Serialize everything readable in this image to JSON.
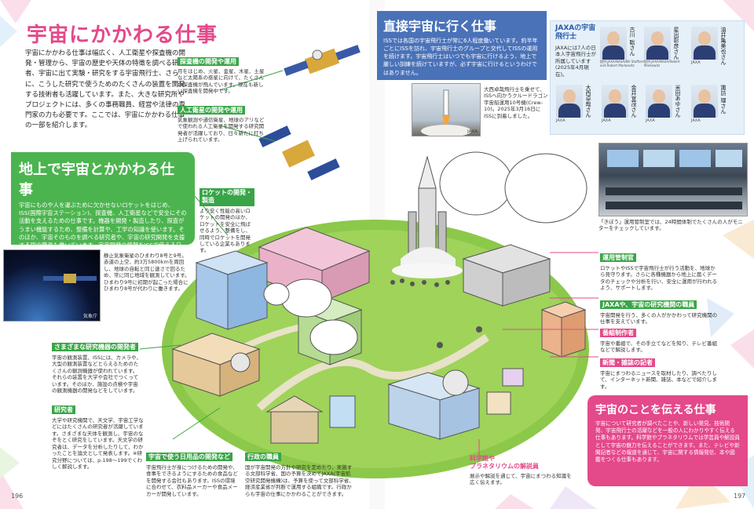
{
  "left": {
    "title": "宇宙にかかわる仕事",
    "intro": "宇宙にかかわる仕事は幅広く、人工衛星や探査機の開発・管理から、宇宙の歴史や天体の特徴を調べる研究者、宇宙に出て実験・研究をする宇宙飛行士、さらに、こうした研究で使うためのたくさんの装置を開発する技術者も活躍しています。また、大きな研究所やプロジェクトには、多くの事務職員、経営や法律の専門家の力も必要です。ここでは、宇宙にかかわる仕事の一部を紹介します。",
    "ground_title": "地上で宇宙とかかわる仕事",
    "ground_text": "宇宙にものや人を運ぶために欠かせないロケットをはじめ、ISS(国際宇宙ステーション)、探査機、人工衛星などで安全にその活動を支えるための仕事です。機器を開発・製造したり、探査がうまい機能するため、整備を計算や、工学の知識を使います。そのほか、宇宙そのものを調べる研究者や、宇宙の研究開発を支援する国の職員も働いています。宇宙開発の情報をISSで使える日用品の開発など、民間企業で宇宙にかかわる職業もあります。",
    "sat_label_1": "探査機の開発や運用",
    "sat_text_1": "月をはじめ、火星、金星、木星、土星など太陽系の惑星に向けて、たくさんの探査機が飛んでいます。現在も新しい探査機を開発中です。",
    "sat_label_2": "人工衛星の開発や運用",
    "sat_text_2": "気象観測や通信衛星、地球のアリなどで使われる人工衛星を開発する研究開発者が活躍しており、日々新たに打ち上げられています。",
    "rocket_label": "ロケットの開発・製造",
    "rocket_text": "より安く性能の高いロケットの開発のほか、ロケットを安全に飛ばせるよう、整備をし、同時でロケットを開発している企業もあります。",
    "photo1_caption": "静止気象衛星のひまわり8号と9号。赤道の上空、約3万5800kmを周回し、地球の自転と同じ速さで回るため、常に同じ地域を観測しています。ひまわり9号に初期が起こった場合にひまわり8号が代わりに働きます。",
    "photo1_credit": "気象庁",
    "research_label": "さまざまな研究機器の開発者",
    "research_text": "宇宙の観測装置、ISSには、カメラや、大型の観測装置などとらえるためのたくさんの観測機器が使われています。それらの装置を大学や会社でつくっています。そのほか、施設の点検や宇宙の観測機器の開発などをしています。",
    "researcher_label": "研究者",
    "researcher_text": "大学や研究機関で、天文学、宇宙工学などにはたくさんの研究者が活躍しています。さまざまな天体を観測し、宇宙のなぞをとく研究をしています。天文学の研究者は、データを分析したりして、わかったことを論文として発表します。※研究分野については、p.198〜199でくわしく解説します。",
    "daily_label": "宇宙で使う日用品の開発など",
    "daily_text": "宇宙飛行士が身につけるための開発や、食事をできるようにするための食品などを開発する会社もあります。ISSの環境に合わせて、衣料品メーカーや食品メーカーが開発しています。",
    "admin_label": "行政の職員",
    "admin_text": "国が宇宙開発の方針や研究を定めたり、実施する文部科学省、国の予算を決めてJAXA(宇宙航空研究開発機構)は、予算を使って文部科学省、経済産業省が判断で運用する組織です。行政からも宇宙の仕事にかかわることができます。",
    "page_number": "196"
  },
  "right": {
    "direct_title": "直接宇宙に行く仕事",
    "direct_text": "ISSでは各国の宇宙飛行士が常に6人程度働いています。約半年ごとにISSを訪れ、宇宙飛行士のグループと交代してISSの運用を続けます。宇宙飛行士はいつでも宇宙に行けるよう、地上で厳しい訓練を続けていますが、必ず宇宙に行けるというわけではありません。",
    "launch_caption": "大西卓哉飛行士を乗せて、ISSへ向かうクルードラゴン宇宙船運用10号機(Crew-10)。2025年3月16日にISSに到着しました。",
    "launch_credit": "JAXA",
    "jaxa_title": "JAXAの宇宙飛行士",
    "jaxa_text": "JAXAには7人の日本人宇宙飛行士が所属しています(2025年4月現在)。",
    "astronauts": [
      {
        "name": "古川 聡さん",
        "credit": "提供:JAXA/NASA/Bill Stafford and Robert Markowitz"
      },
      {
        "name": "星出彰彦さん",
        "credit": "提供:JAXA/NASA/Robert Markowitz"
      },
      {
        "name": "油井亀美也さん",
        "credit": "JAXA"
      },
      {
        "name": "大西卓哉さん",
        "credit": "JAXA"
      },
      {
        "name": "金井宣茂さん",
        "credit": "JAXA"
      },
      {
        "name": "米田あゆさん",
        "credit": "JAXA"
      },
      {
        "name": "諏訪 理さん",
        "credit": "JAXA"
      }
    ],
    "control_caption": "「きぼう」運用管制室では、24時間体制でたくさんの人がモニターをチェックしています。",
    "ops_label": "運用管制官",
    "ops_text": "ロケットやISSで宇宙飛行士が行う活動を、地球から見守ります。さらに各種機器から地上に届くデータのチェックや分析を行い、安全に運用が行われるよう、サポートします。",
    "staff_label": "JAXAや、宇宙の研究機関の職員",
    "staff_text": "宇宙開発を行う、多くの人がかかわって研究機関の仕事を支えています。",
    "tv_label": "番組制作者",
    "tv_text": "宇宙や番組で、その手立てなどを知り、テレビ番組などで解説します。",
    "news_label": "新聞・雑誌の記者",
    "news_text": "宇宙にまつわるニュースを取材したり、調べたりして、インターネット新聞、雑誌、本などで紹介します。",
    "science_label_1": "科学館や",
    "science_label_2": "プラネタリウムの解説員",
    "science_text": "展示や解説を通じて、宇宙にまつわる知識を広く伝えます。",
    "spread_title": "宇宙のことを伝える仕事",
    "spread_text": "宇宙について研究者が調べたことや、新しい発見、技術開発、宇宙飛行士の活躍などを一般の人にわかりやすく伝える仕事もあります。科学館やプラネタリウムでは学芸員や解説員として宇宙の魅力を伝えることができます。また、テレビや新聞記者などの報道を通じて、宇宙に関する情報発信、本や図鑑をつくる仕事もあります。",
    "page_number": "197"
  },
  "colors": {
    "pink": "#e4498a",
    "green": "#3aa548",
    "blue": "#4a72b8",
    "ground": "#8cc84a"
  }
}
